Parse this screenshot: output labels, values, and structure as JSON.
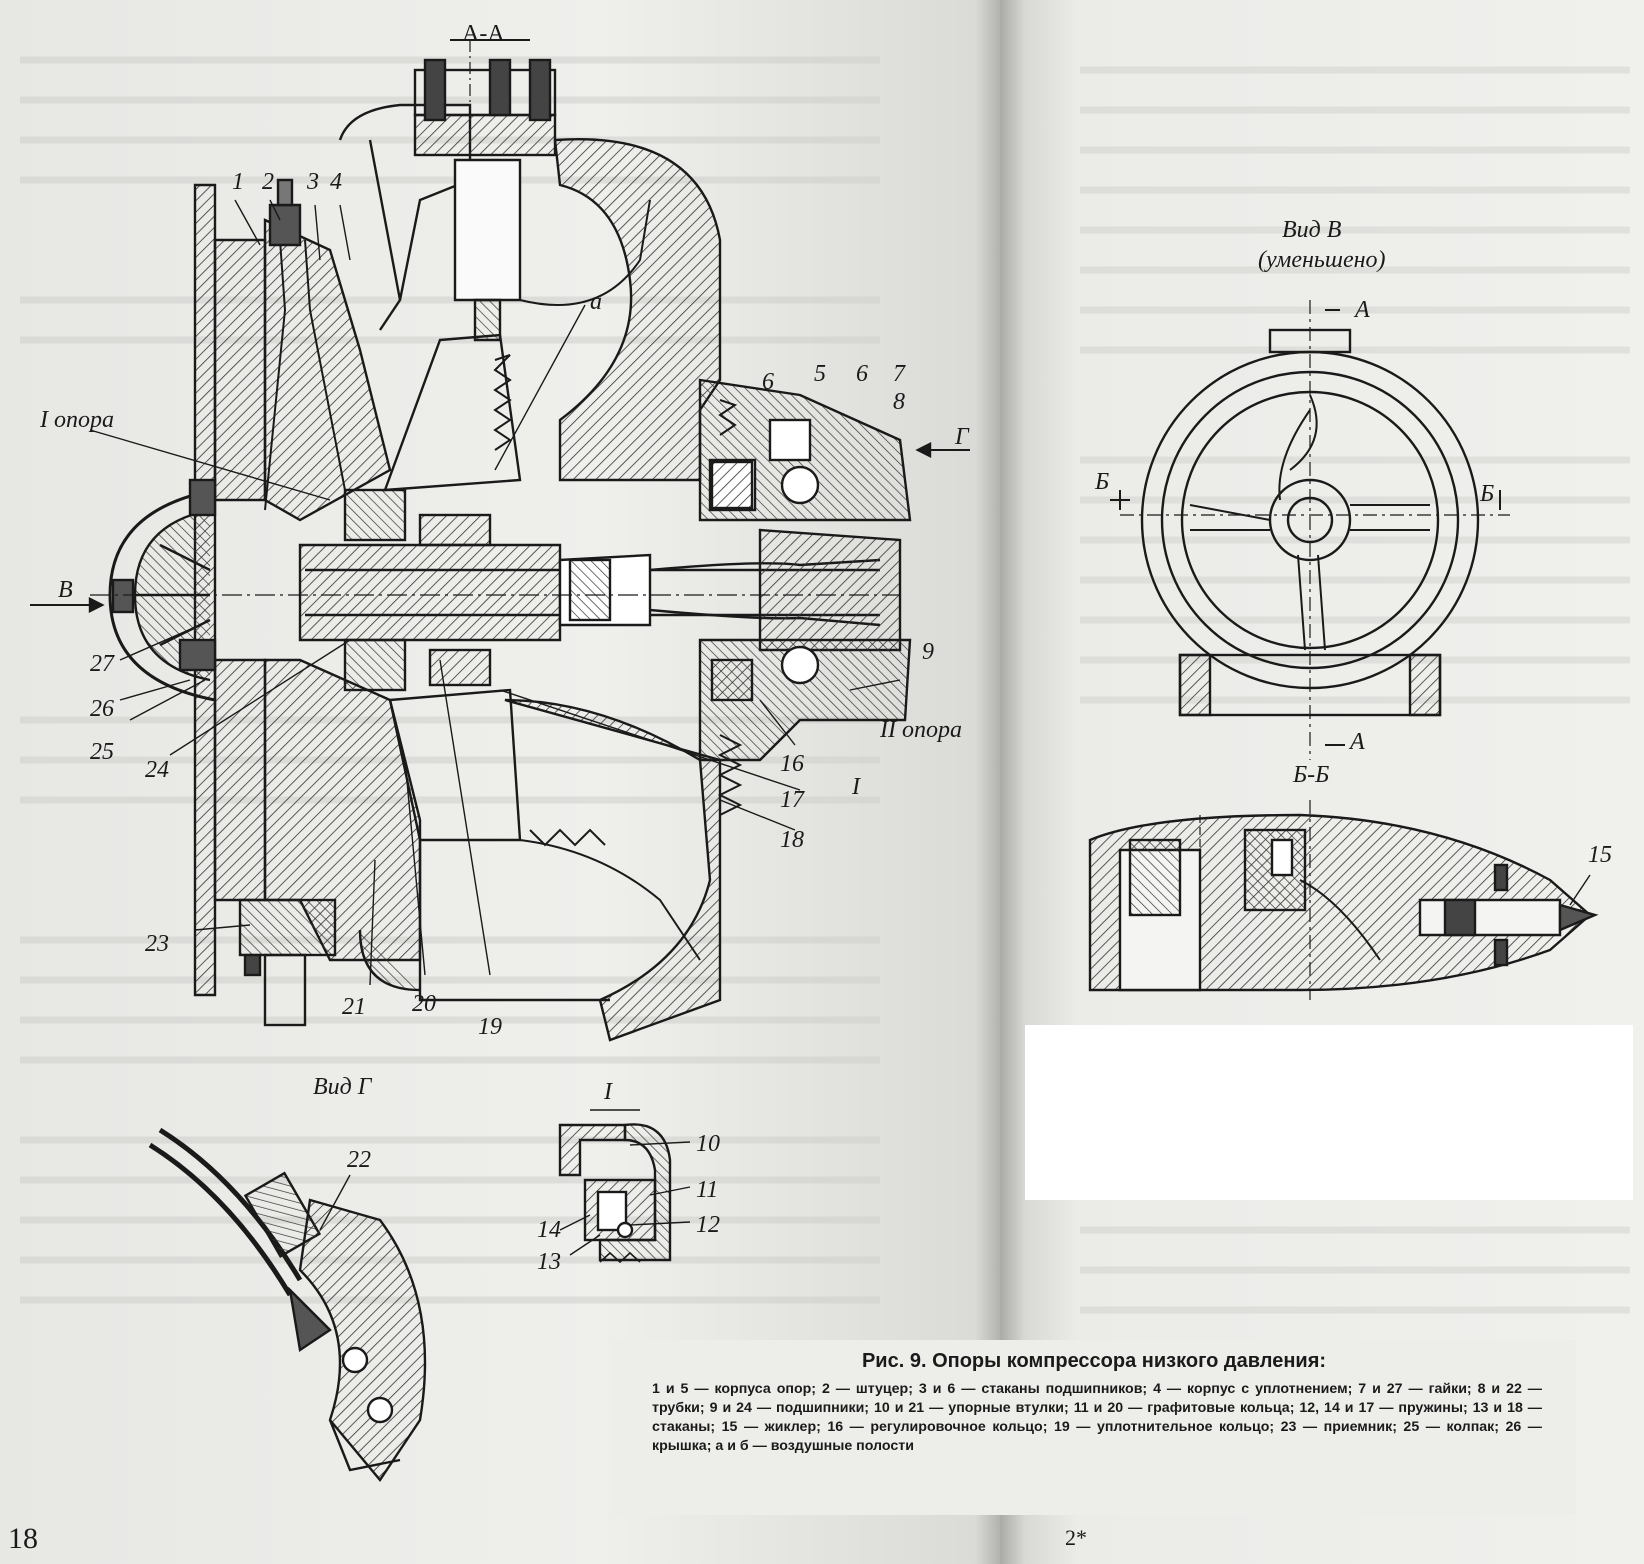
{
  "labels": {
    "section_aa": "А-А",
    "n1": "1",
    "n2": "2",
    "n3": "3",
    "n4": "4",
    "support_1": "I опора",
    "support_2": "II опора",
    "a": "а",
    "n6a": "6",
    "n5": "5",
    "n6b": "6",
    "n7": "7",
    "n8": "8",
    "arrow_g": "Г",
    "arrow_b": "В",
    "n27": "27",
    "n26": "26",
    "n25": "25",
    "n24": "24",
    "n23": "23",
    "n21": "21",
    "n20": "20",
    "n19": "19",
    "n9": "9",
    "detail_i_mark": "I",
    "n16": "16",
    "n17": "17",
    "n18": "18",
    "view_g": "Вид Г",
    "n22": "22",
    "detail_i": "I",
    "n10": "10",
    "n11": "11",
    "n12": "12",
    "n13": "13",
    "n14": "14",
    "view_v": "Вид В",
    "reduced": "(уменьшено)",
    "cut_a_top": "А",
    "cut_a_bottom": "А",
    "cut_b_left": "Б",
    "cut_b_right": "Б",
    "section_bb": "Б-Б",
    "n15": "15"
  },
  "caption": {
    "title": "Рис. 9. Опоры компрессора низкого давления:",
    "body": "1 и 5 — корпуса опор; 2 — штуцер; 3 и 6 — стаканы подшипников; 4 — корпус с уплотнением; 7 и 27 — гайки; 8 и 22 — трубки; 9 и 24 — подшипники; 10 и 21 — упорные втулки; 11 и 20 — графитовые кольца; 12, 14 и 17 — пружины; 13 и 18 — стаканы; 15 — жиклер; 16 — регулировочное кольцо; 19 — уплотнительное кольцо; 23 — приемник; 25 — колпак; 26 — крышка; а и б — воздушные полости"
  },
  "page_numbers": {
    "left": "18",
    "right": "2*"
  }
}
